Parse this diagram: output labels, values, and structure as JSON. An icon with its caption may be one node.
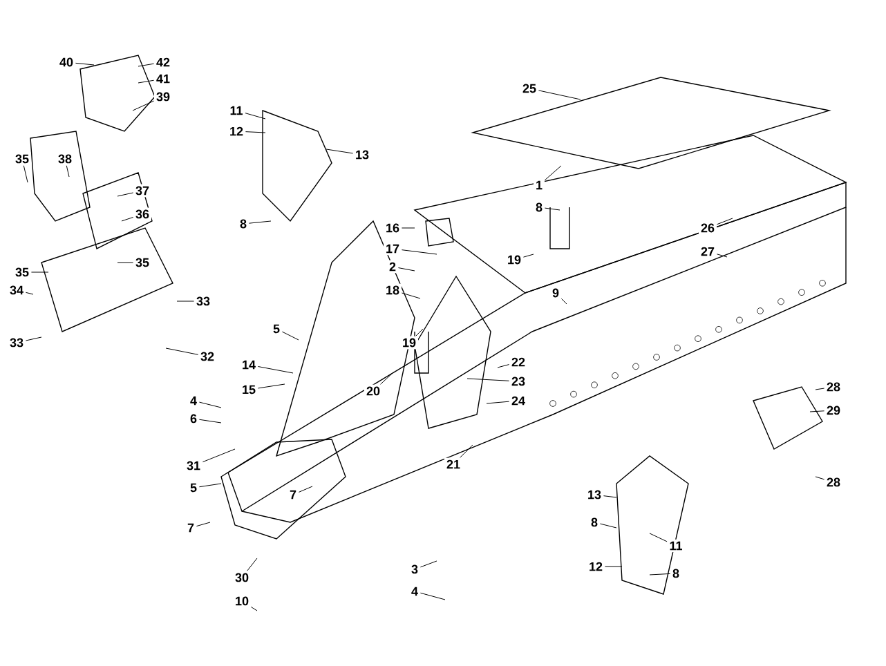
{
  "diagram": {
    "nodes": [
      {
        "text": [
          "40"
        ]
      },
      {
        "text": [
          "42"
        ]
      },
      {
        "text": [
          "41"
        ]
      },
      {
        "text": [
          "39"
        ]
      },
      {
        "text": [
          "35"
        ]
      },
      {
        "text": [
          "38"
        ]
      },
      {
        "text": [
          "37"
        ]
      },
      {
        "text": [
          "36"
        ]
      },
      {
        "text": [
          "35"
        ]
      },
      {
        "text": [
          "35"
        ]
      },
      {
        "text": [
          "34"
        ]
      },
      {
        "text": [
          "33"
        ]
      },
      {
        "text": [
          "33"
        ]
      },
      {
        "text": [
          "32"
        ]
      },
      {
        "text": [
          "11"
        ]
      },
      {
        "text": [
          "12"
        ]
      },
      {
        "text": [
          "13"
        ]
      },
      {
        "text": [
          "8"
        ]
      },
      {
        "text": [
          "16"
        ]
      },
      {
        "text": [
          "17"
        ]
      },
      {
        "text": [
          "2"
        ]
      },
      {
        "text": [
          "18"
        ]
      },
      {
        "text": [
          "19"
        ]
      },
      {
        "text": [
          "5"
        ]
      },
      {
        "text": [
          "14"
        ]
      },
      {
        "text": [
          "15"
        ]
      },
      {
        "text": [
          "20"
        ]
      },
      {
        "text": [
          "4"
        ]
      },
      {
        "text": [
          "6"
        ]
      },
      {
        "text": [
          "31"
        ]
      },
      {
        "text": [
          "5"
        ]
      },
      {
        "text": [
          "7"
        ]
      },
      {
        "text": [
          "7"
        ]
      },
      {
        "text": [
          "30"
        ]
      },
      {
        "text": [
          "10"
        ]
      },
      {
        "text": [
          "3"
        ]
      },
      {
        "text": [
          "4"
        ]
      },
      {
        "text": [
          "21"
        ]
      },
      {
        "text": [
          "24"
        ]
      },
      {
        "text": [
          "22"
        ]
      },
      {
        "text": [
          "23"
        ]
      },
      {
        "text": [
          "9"
        ]
      },
      {
        "text": [
          "19"
        ]
      },
      {
        "text": [
          "1"
        ]
      },
      {
        "text": [
          "8"
        ]
      },
      {
        "text": [
          "25"
        ]
      },
      {
        "text": [
          "26"
        ]
      },
      {
        "text": [
          "27"
        ]
      },
      {
        "text": [
          "28"
        ]
      },
      {
        "text": [
          "29"
        ]
      },
      {
        "text": [
          "28"
        ]
      },
      {
        "text": [
          "13"
        ]
      },
      {
        "text": [
          "8"
        ]
      },
      {
        "text": [
          "11"
        ]
      },
      {
        "text": [
          "12"
        ]
      },
      {
        "text": [
          "8"
        ]
      }
    ],
    "edges": [
      {
        "from": 0,
        "to": null,
        "arrow": "none"
      },
      {
        "from": 1,
        "to": null,
        "arrow": "none"
      },
      {
        "from": 2,
        "to": null,
        "arrow": "none"
      },
      {
        "from": 3,
        "to": null,
        "arrow": "none"
      },
      {
        "from": 4,
        "to": null,
        "arrow": "none"
      },
      {
        "from": 5,
        "to": null,
        "arrow": "none"
      },
      {
        "from": 6,
        "to": null,
        "arrow": "none"
      },
      {
        "from": 7,
        "to": null,
        "arrow": "none"
      },
      {
        "from": 8,
        "to": null,
        "arrow": "none"
      },
      {
        "from": 9,
        "to": null,
        "arrow": "none"
      },
      {
        "from": 10,
        "to": null,
        "arrow": "none"
      },
      {
        "from": 11,
        "to": null,
        "arrow": "none"
      },
      {
        "from": 12,
        "to": null,
        "arrow": "none"
      },
      {
        "from": 13,
        "to": null,
        "arrow": "none"
      },
      {
        "from": 14,
        "to": null,
        "arrow": "none"
      },
      {
        "from": 15,
        "to": null,
        "arrow": "none"
      },
      {
        "from": 16,
        "to": null,
        "arrow": "none"
      },
      {
        "from": 17,
        "to": null,
        "arrow": "none"
      },
      {
        "from": 18,
        "to": null,
        "arrow": "none"
      },
      {
        "from": 19,
        "to": null,
        "arrow": "none"
      },
      {
        "from": 20,
        "to": null,
        "arrow": "none"
      },
      {
        "from": 21,
        "to": null,
        "arrow": "none"
      },
      {
        "from": 22,
        "to": null,
        "arrow": "none"
      },
      {
        "from": 23,
        "to": null,
        "arrow": "none"
      },
      {
        "from": 24,
        "to": null,
        "arrow": "none"
      },
      {
        "from": 25,
        "to": null,
        "arrow": "none"
      },
      {
        "from": 26,
        "to": null,
        "arrow": "none"
      },
      {
        "from": 27,
        "to": null,
        "arrow": "none"
      },
      {
        "from": 28,
        "to": null,
        "arrow": "none"
      },
      {
        "from": 29,
        "to": null,
        "arrow": "none"
      },
      {
        "from": 30,
        "to": null,
        "arrow": "none"
      },
      {
        "from": 31,
        "to": null,
        "arrow": "none"
      },
      {
        "from": 32,
        "to": null,
        "arrow": "none"
      },
      {
        "from": 33,
        "to": null,
        "arrow": "none"
      },
      {
        "from": 34,
        "to": null,
        "arrow": "none"
      },
      {
        "from": 35,
        "to": null,
        "arrow": "none"
      },
      {
        "from": 36,
        "to": null,
        "arrow": "none"
      },
      {
        "from": 37,
        "to": null,
        "arrow": "none"
      },
      {
        "from": 38,
        "to": null,
        "arrow": "none"
      },
      {
        "from": 39,
        "to": null,
        "arrow": "none"
      },
      {
        "from": 40,
        "to": null,
        "arrow": "none"
      },
      {
        "from": 41,
        "to": null,
        "arrow": "none"
      },
      {
        "from": 42,
        "to": null,
        "arrow": "none"
      },
      {
        "from": 43,
        "to": null,
        "arrow": "none"
      },
      {
        "from": 44,
        "to": null,
        "arrow": "none"
      },
      {
        "from": 45,
        "to": null,
        "arrow": "none"
      },
      {
        "from": 46,
        "to": null,
        "arrow": "none"
      },
      {
        "from": 47,
        "to": null,
        "arrow": "none"
      },
      {
        "from": 48,
        "to": null,
        "arrow": "none"
      },
      {
        "from": 49,
        "to": null,
        "arrow": "none"
      },
      {
        "from": 50,
        "to": null,
        "arrow": "none"
      },
      {
        "from": 51,
        "to": null,
        "arrow": "none"
      },
      {
        "from": 52,
        "to": null,
        "arrow": "none"
      },
      {
        "from": 53,
        "to": null,
        "arrow": "none"
      },
      {
        "from": 54,
        "to": null,
        "arrow": "none"
      },
      {
        "from": 55,
        "to": null,
        "arrow": "none"
      }
    ]
  }
}
